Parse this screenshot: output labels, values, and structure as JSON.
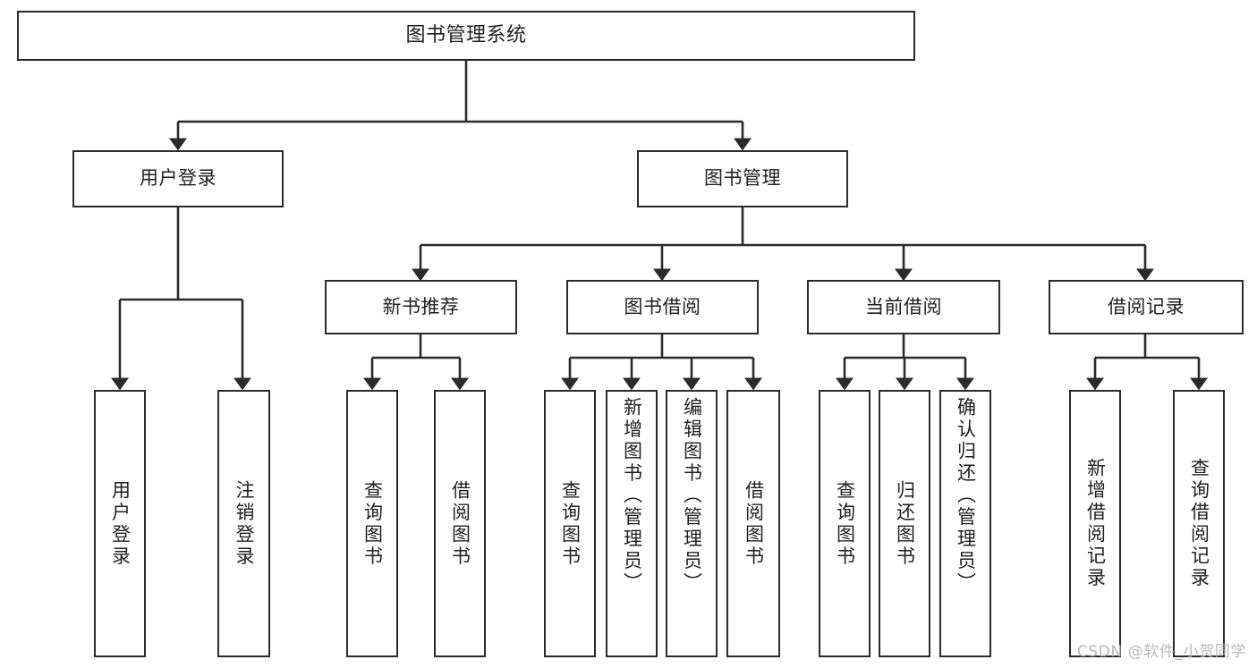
{
  "diagram": {
    "title": "图书管理系统",
    "type": "tree-hierarchy",
    "colors": {
      "node_border": "#2b2b2b",
      "node_fill": "#ffffff",
      "edge": "#2b2b2b",
      "text": "#1f1f1f",
      "watermark": "#b9b9b9",
      "background": "#ffffff"
    },
    "watermark": "CSDN @软件_小贺同学",
    "root": {
      "label": "图书管理系统"
    },
    "level1": [
      {
        "label": "用户登录"
      },
      {
        "label": "图书管理"
      }
    ],
    "level2": [
      {
        "label": "新书推荐"
      },
      {
        "label": "图书借阅"
      },
      {
        "label": "当前借阅"
      },
      {
        "label": "借阅记录"
      }
    ],
    "leaves": {
      "user_login": [
        {
          "label": "用户登录"
        },
        {
          "label": "注销登录"
        }
      ],
      "new_book_recommend": [
        {
          "label": "查询图书"
        },
        {
          "label": "借阅图书"
        }
      ],
      "book_borrow": [
        {
          "label": "查询图书"
        },
        {
          "label": "新增图书（管理员）"
        },
        {
          "label": "编辑图书（管理员）"
        },
        {
          "label": "借阅图书"
        }
      ],
      "current_borrow": [
        {
          "label": "查询图书"
        },
        {
          "label": "归还图书"
        },
        {
          "label": "确认归还（管理员）"
        }
      ],
      "borrow_record": [
        {
          "label": "新增借阅记录"
        },
        {
          "label": "查询借阅记录"
        }
      ]
    }
  }
}
